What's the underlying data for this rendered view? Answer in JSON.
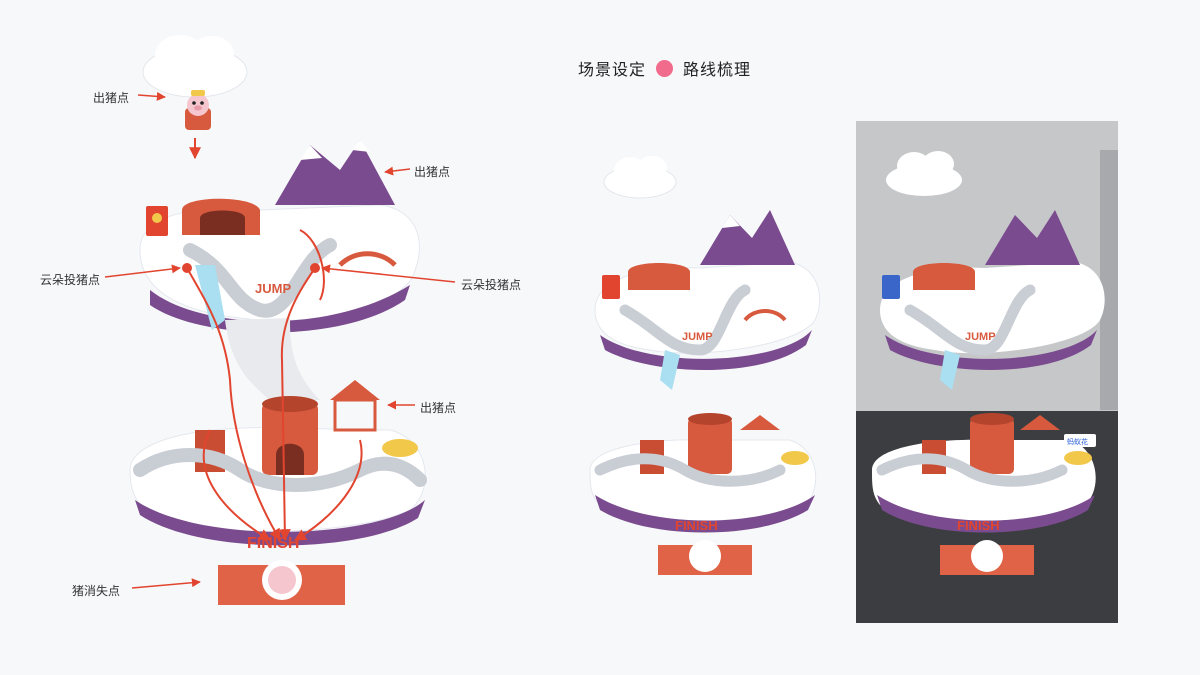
{
  "title": {
    "left": "场景设定",
    "right": "路线梳理"
  },
  "callouts": {
    "spawn_top": "出猪点",
    "spawn_mountain": "出猪点",
    "spawn_pagoda": "出猪点",
    "cloud_drop_left": "云朵投猪点",
    "cloud_drop_right": "云朵投猪点",
    "pig_vanish": "猪消失点"
  },
  "scene": {
    "jump_label": "JUMP",
    "finish_label": "FINISH",
    "ar_badge": "蚂蚁花"
  },
  "colors": {
    "title_dot": "#f06b8c",
    "route": "#e2452f",
    "red_structure": "#d85a3e",
    "purple_mountain": "#7a4b8e",
    "snow": "#ffffff",
    "ice": "#a9dff0",
    "road": "#c9cdd4"
  }
}
